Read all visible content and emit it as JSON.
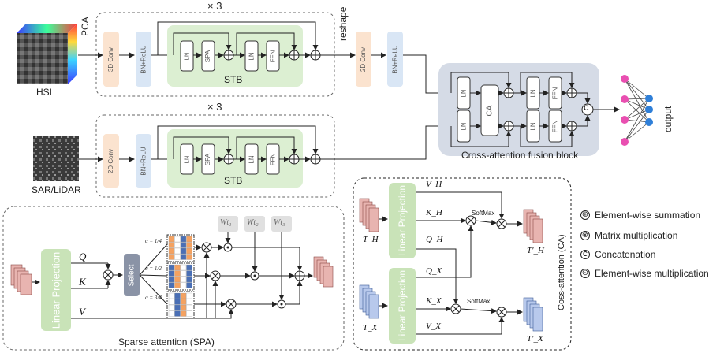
{
  "top_branch": {
    "repeat": "× 3",
    "input_label": "HSI",
    "pca": "PCA",
    "conv": "3D Conv",
    "bn": "BN+ReLU",
    "ln1": "LN",
    "spa": "SPA",
    "ln2": "LN",
    "ffn": "FFN",
    "stb": "STB",
    "reshape": "reshape",
    "conv2": "2D Conv",
    "bn2": "BN+ReLU"
  },
  "bottom_branch": {
    "repeat": "× 3",
    "input_label": "SAR/LiDAR",
    "conv": "2D Conv",
    "bn": "BN+ReLU",
    "ln1": "LN",
    "spa": "SPA",
    "ln2": "LN",
    "ffn": "FFN",
    "stb": "STB"
  },
  "fusion": {
    "title": "Cross-attention fusion block",
    "ca": "CA",
    "ln": "LN",
    "ffn": "FFN",
    "concat": "C",
    "output": "output"
  },
  "spa": {
    "title": "Sparse attention (SPA)",
    "linear": "Linear Projection",
    "q": "Q",
    "k": "K",
    "v": "V",
    "select": "Select",
    "alpha1": "α = 1/4",
    "alpha2": "α = 1/2",
    "alpha3": "α = 3/4",
    "wt1": "Wt₁",
    "wt2": "Wt₂",
    "wt3": "Wt₃"
  },
  "ca": {
    "title": "Coss-attention (CA)",
    "linear": "Linear Projection",
    "vh": "V_H",
    "kh": "K_H",
    "qh": "Q_H",
    "qx": "Q_X",
    "kx": "K_X",
    "vx": "V_X",
    "softmax": "SoftMax",
    "th": "T_H",
    "tx": "T_X",
    "th_out": "T'_H",
    "tx_out": "T'_X"
  },
  "legend": [
    {
      "symbol": "⊕",
      "text": "Element-wise summation"
    },
    {
      "symbol": "⊗",
      "text": "Matrix multiplication"
    },
    {
      "symbol": "C",
      "text": "Concatenation"
    },
    {
      "symbol": "⊙",
      "text": "Element-wise multiplication"
    }
  ],
  "colors": {
    "conv": "#fbe3cf",
    "bn": "#d9e6f5",
    "stb": "#dcefd2",
    "select": "#8a93a6",
    "fusion": "#d5dbe6",
    "linear": "#c9e3b8",
    "pink": "#e94fb1",
    "blue": "#2f7fd8"
  }
}
